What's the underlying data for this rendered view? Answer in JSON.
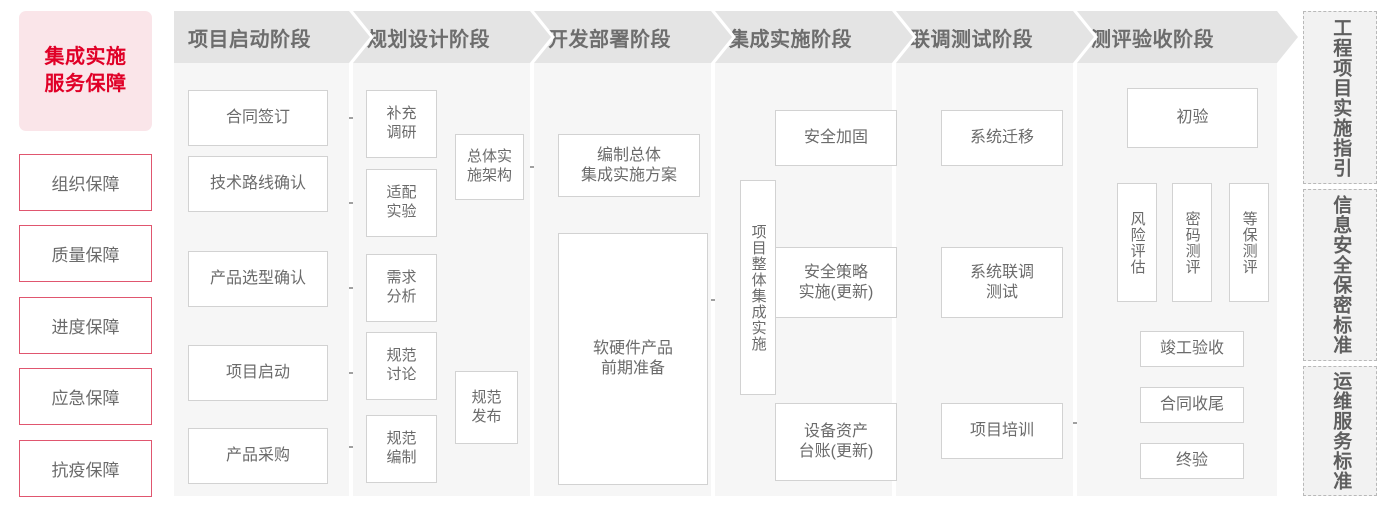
{
  "guarantee": {
    "title": "集成实施\n服务保障",
    "title_line1": "集成实施",
    "title_line2": "服务保障",
    "items": [
      {
        "label": "组织保障"
      },
      {
        "label": "质量保障"
      },
      {
        "label": "进度保障"
      },
      {
        "label": "应急保障"
      },
      {
        "label": "抗疫保障"
      }
    ],
    "accent_color": "#e00027",
    "header_bg": "#fae5e9",
    "item_border": "#e0566f"
  },
  "phases": [
    {
      "title": "项目启动阶段",
      "tasks": [
        {
          "label": "合同签订"
        },
        {
          "label": "技术路线确认"
        },
        {
          "label": "产品选型确认"
        },
        {
          "label": "项目启动"
        },
        {
          "label": "产品采购"
        }
      ]
    },
    {
      "title": "规划设计阶段",
      "tasks": [
        {
          "label": "补充\n调研",
          "l1": "补充",
          "l2": "调研"
        },
        {
          "label": "适配\n实验",
          "l1": "适配",
          "l2": "实验"
        },
        {
          "label": "需求\n分析",
          "l1": "需求",
          "l2": "分析"
        },
        {
          "label": "规范\n讨论",
          "l1": "规范",
          "l2": "讨论"
        },
        {
          "label": "规范\n编制",
          "l1": "规范",
          "l2": "编制"
        },
        {
          "label": "总体实\n施架构",
          "l1": "总体实",
          "l2": "施架构"
        },
        {
          "label": "规范\n发布",
          "l1": "规范",
          "l2": "发布"
        }
      ]
    },
    {
      "title": "开发部署阶段",
      "tasks": [
        {
          "label": "编制总体\n集成实施方案",
          "l1": "编制总体",
          "l2": "集成实施方案"
        },
        {
          "label": "软硬件产品\n前期准备",
          "l1": "软硬件产品",
          "l2": "前期准备"
        }
      ]
    },
    {
      "title": "集成实施阶段",
      "tasks": [
        {
          "label": "项目整体集成实施"
        },
        {
          "label": "安全加固"
        },
        {
          "label": "安全策略\n实施(更新)",
          "l1": "安全策略",
          "l2": "实施(更新)"
        },
        {
          "label": "设备资产\n台账(更新)",
          "l1": "设备资产",
          "l2": "台账(更新)"
        }
      ]
    },
    {
      "title": "联调测试阶段",
      "tasks": [
        {
          "label": "系统迁移"
        },
        {
          "label": "系统联调\n测试",
          "l1": "系统联调",
          "l2": "测试"
        },
        {
          "label": "项目培训"
        }
      ]
    },
    {
      "title": "测评验收阶段",
      "tasks": [
        {
          "label": "初验"
        },
        {
          "label": "风险评估"
        },
        {
          "label": "密码测评"
        },
        {
          "label": "等保测评"
        },
        {
          "label": "竣工验收"
        },
        {
          "label": "合同收尾"
        },
        {
          "label": "终验"
        }
      ]
    }
  ],
  "standards": [
    {
      "label": "工程项目实施指引"
    },
    {
      "label": "信息安全保密标准"
    },
    {
      "label": "运维服务标准"
    }
  ],
  "colors": {
    "column_bg": "#f6f6f6",
    "header_bg": "#e4e4e4",
    "box_border": "#d2d2d2",
    "text": "#6b6b6b",
    "wire": "#808080"
  }
}
